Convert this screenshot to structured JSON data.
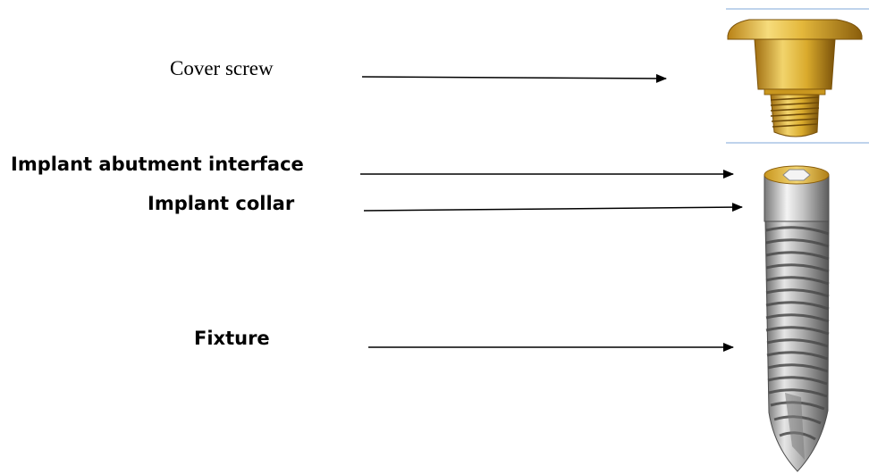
{
  "diagram": {
    "labels": {
      "cover_screw": "Cover screw",
      "implant_abutment_interface": "Implant abutment interface",
      "implant_collar": "Implant collar",
      "fixture": "Fixture"
    },
    "colors": {
      "arrow": "#000000",
      "frame_line": "#7fa7d9",
      "gold_light": "#f4d774",
      "gold_mid": "#d9aa2c",
      "gold_dark": "#8a5e0c",
      "titanium_light": "#e9e9e9",
      "titanium_mid": "#a8a8a8",
      "titanium_dark": "#5a5a5a"
    },
    "components": [
      "cover-screw",
      "implant-fixture"
    ]
  }
}
